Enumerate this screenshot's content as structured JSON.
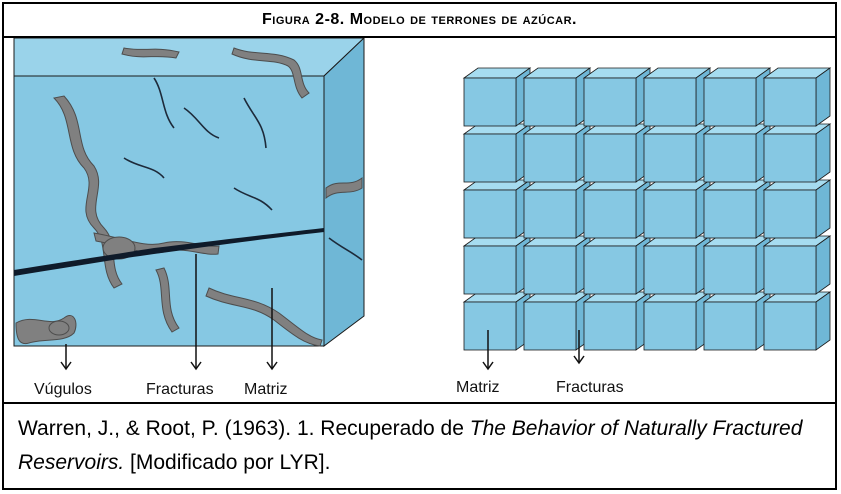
{
  "title": "Figura 2-8. Modelo de terrones de azúcar.",
  "colors": {
    "matrix_blue": "#86c8e3",
    "matrix_blue_dark": "#6fb7d6",
    "vug_gray": "#808080",
    "fracture": "#0f1b2a"
  },
  "left_labels": {
    "vugs": "Vúgulos",
    "fractures": "Fracturas",
    "matrix": "Matriz"
  },
  "right_labels": {
    "matrix": "Matriz",
    "fractures": "Fracturas"
  },
  "caption": {
    "part1": "Warren, J., & Root, P. (1963). 1. Recuperado de ",
    "italic": "The Behavior of Naturally Fractured Reservoirs.",
    "part2": " [Modificado por LYR]."
  }
}
